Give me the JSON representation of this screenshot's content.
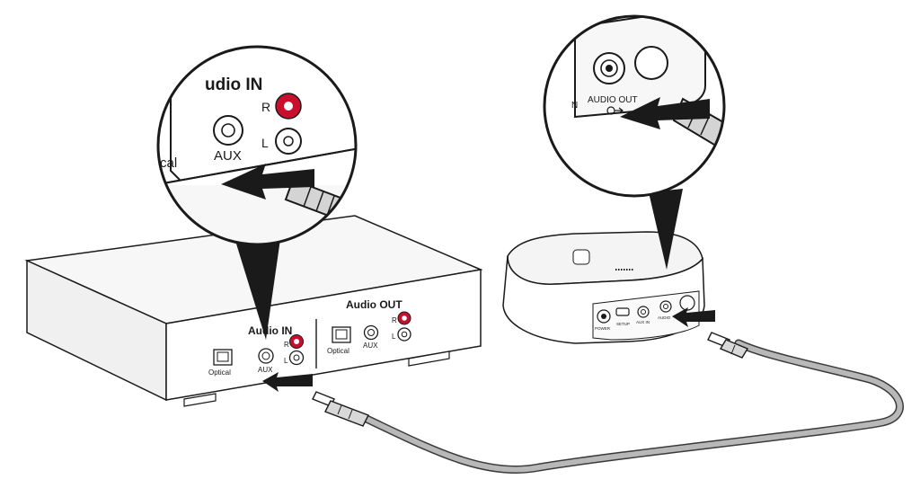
{
  "colors": {
    "accent_red": "#c8102e",
    "line": "#1a1a1a",
    "cable": "#9a9a9a",
    "device_fill": "#f4f4f4"
  },
  "receiver": {
    "audio_in_label": "Audio IN",
    "audio_out_label": "Audio OUT",
    "optical_in_label": "Optical",
    "aux_in_label": "AUX",
    "optical_out_label": "Optical",
    "aux_out_label": "AUX",
    "in_r": "R",
    "in_l": "L",
    "out_r": "R",
    "out_l": "L"
  },
  "zoom_receiver": {
    "heading": "udio IN",
    "aux_label": "AUX",
    "r_label": "R",
    "l_label": "L",
    "optical_fragment": "cal"
  },
  "adapter": {
    "power_label": "POWER",
    "setup_label": "SETUP",
    "aux_in_label": "AUX IN",
    "audio_out_label": "AUDIO"
  },
  "zoom_adapter": {
    "audio_out_label": "AUDIO OUT",
    "fragment": "N"
  },
  "icons": [
    "arrow-icon",
    "arrow-icon",
    "arrow-icon",
    "arrow-icon",
    "headphone-jack-icon"
  ]
}
